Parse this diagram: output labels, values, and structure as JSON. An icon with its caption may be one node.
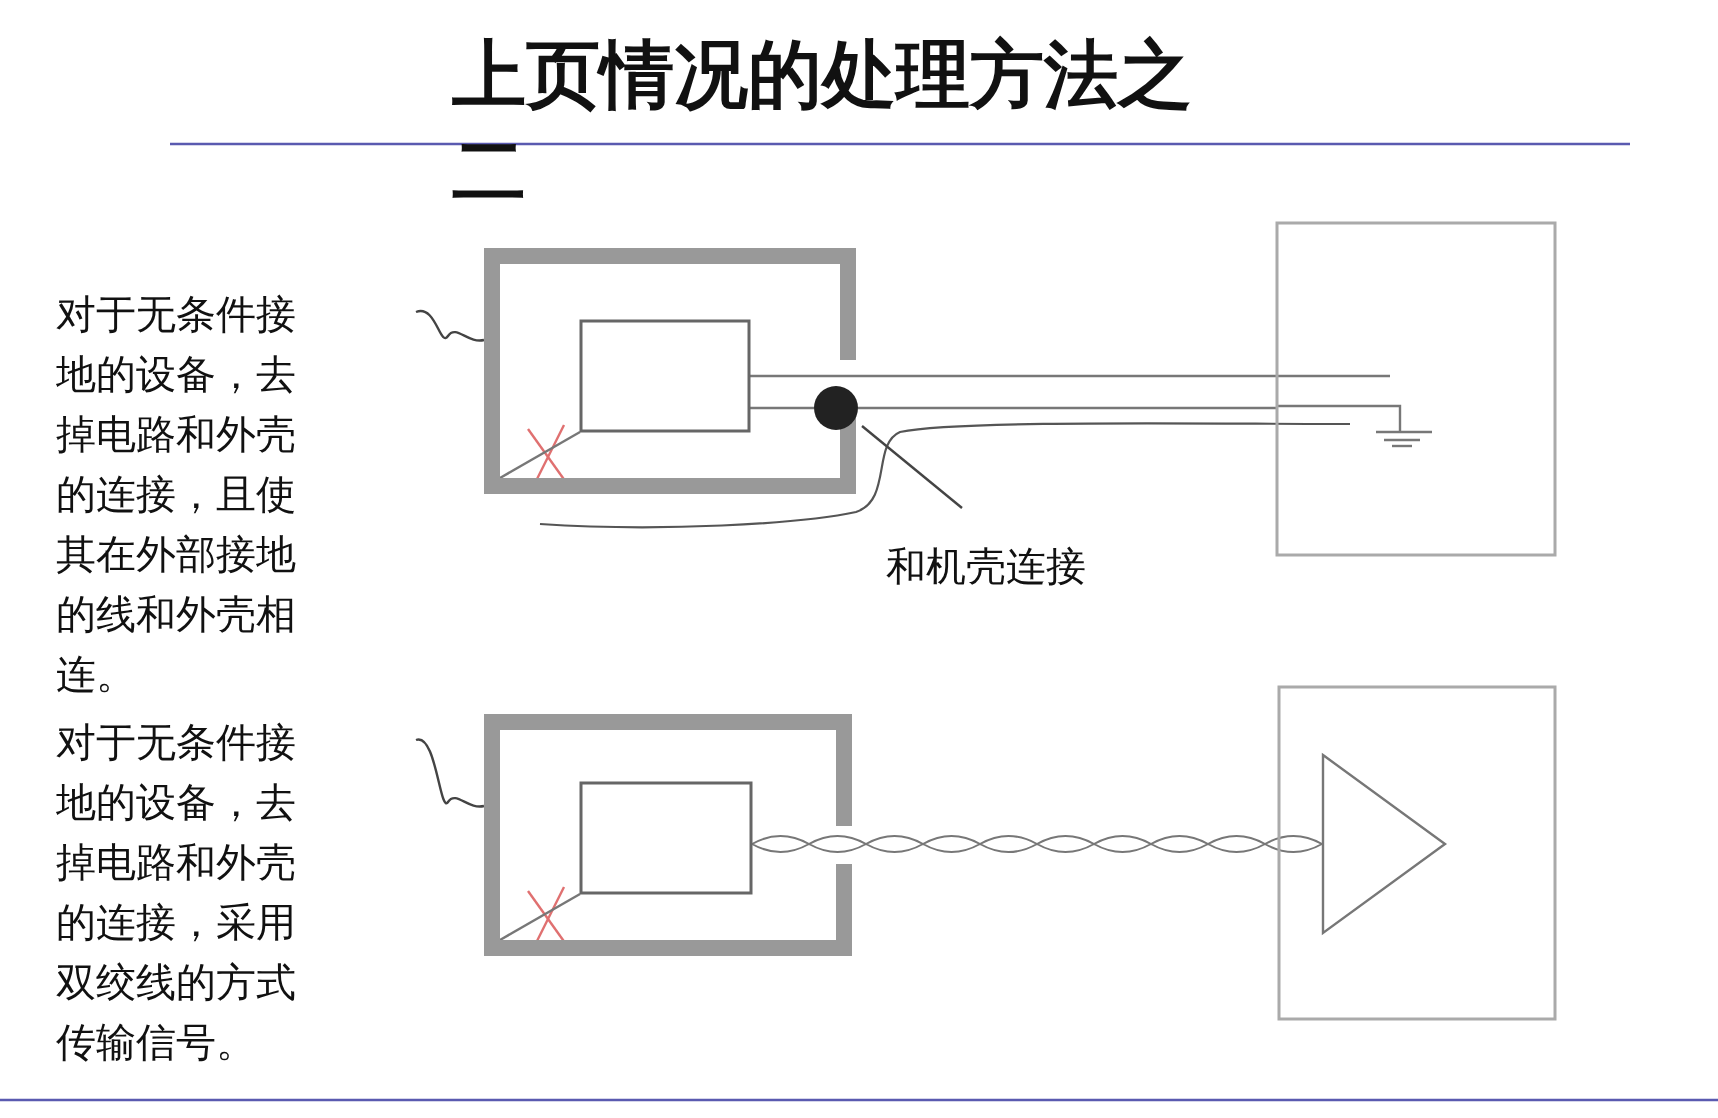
{
  "diagram": {
    "title": "上页情况的处理方法之二",
    "nodes": [
      {
        "text": [
          "对于无条件接地的设备，去掉电路和外壳的连接，且使其在外部接地的线和外壳相连。"
        ]
      },
      {
        "text": [],
        "shape": "box"
      },
      {
        "text": [],
        "shape": "box",
        "in": 1
      },
      {
        "text": [],
        "shape": "box"
      },
      {
        "text": [],
        "shape": "circle",
        "in": 1
      },
      {
        "text": [
          "和机壳连接"
        ]
      },
      {
        "text": [
          "对于无条件接地的设备，去掉电路和外壳的连接，采用双绞线的方式传输信号。"
        ]
      },
      {
        "text": [],
        "shape": "box"
      },
      {
        "text": [],
        "shape": "box",
        "in": 7
      },
      {
        "text": [],
        "shape": "box"
      },
      {
        "text": [],
        "shape": "triangle",
        "in": 9
      }
    ],
    "edges": [
      {
        "from": 0,
        "to": 1,
        "arrow": "none"
      },
      {
        "from": 2,
        "to": 3,
        "arrow": "none"
      },
      {
        "from": 2,
        "to": 4,
        "arrow": "none"
      },
      {
        "from": 4,
        "to": 3,
        "arrow": "none"
      },
      {
        "from": 5,
        "to": 4,
        "arrow": "none"
      },
      {
        "from": 6,
        "to": 7,
        "arrow": "none"
      },
      {
        "from": 8,
        "to": 10,
        "arrow": "none"
      },
      {
        "from": 2,
        "to": 1,
        "arrow": "none"
      },
      {
        "from": 8,
        "to": 7,
        "arrow": "none"
      }
    ]
  }
}
